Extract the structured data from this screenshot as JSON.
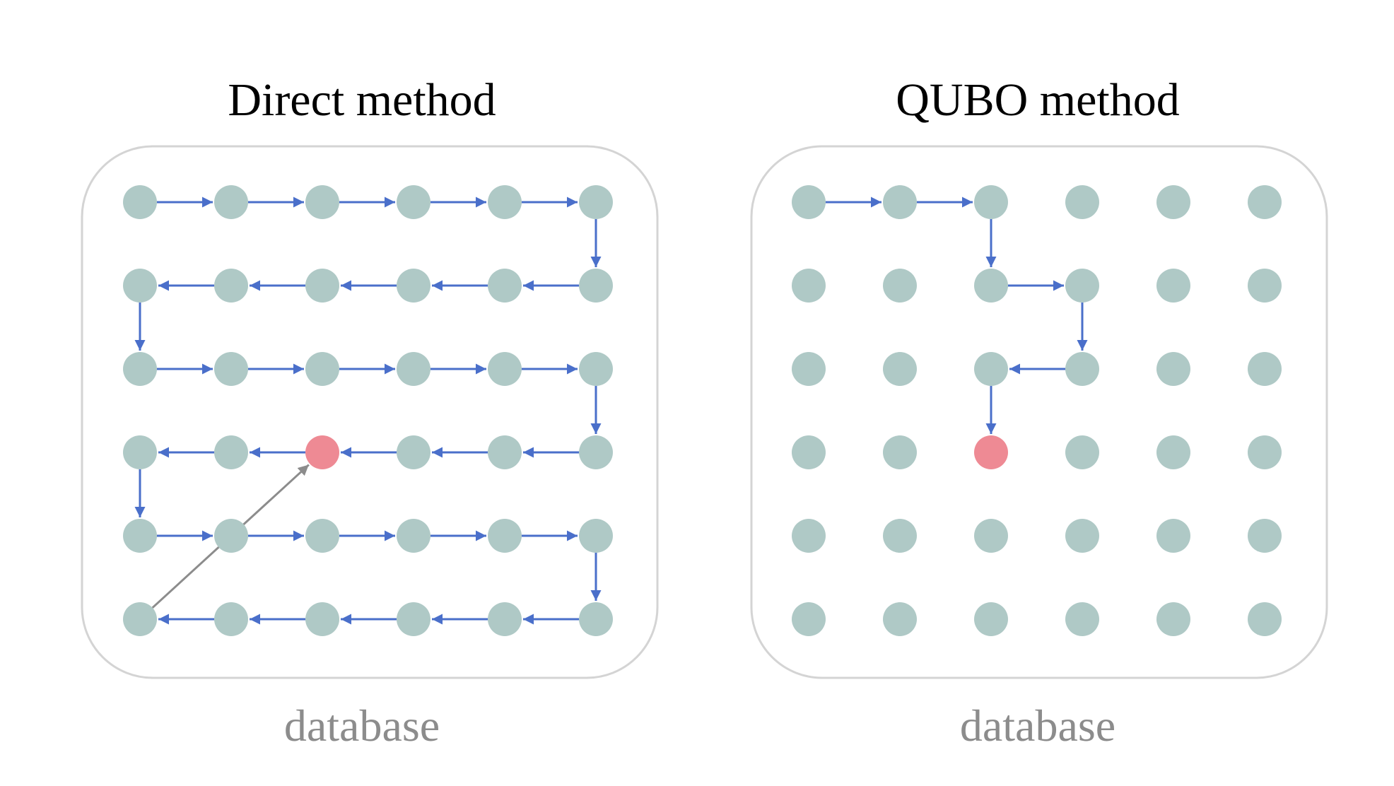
{
  "colors": {
    "node": "#afc9c6",
    "target": "#ee8a94",
    "path": "#4a6fca",
    "jump": "#8c8c8c",
    "frame": "#d4d4d4",
    "caption": "#8c8c8c"
  },
  "grid": {
    "rows": 6,
    "cols": 6
  },
  "panels": [
    {
      "id": "direct",
      "title": "Direct method",
      "caption": "database",
      "target": [
        3,
        2
      ],
      "path": [
        [
          0,
          0
        ],
        [
          0,
          1
        ],
        [
          0,
          2
        ],
        [
          0,
          3
        ],
        [
          0,
          4
        ],
        [
          0,
          5
        ],
        [
          1,
          5
        ],
        [
          1,
          4
        ],
        [
          1,
          3
        ],
        [
          1,
          2
        ],
        [
          1,
          1
        ],
        [
          1,
          0
        ],
        [
          2,
          0
        ],
        [
          2,
          1
        ],
        [
          2,
          2
        ],
        [
          2,
          3
        ],
        [
          2,
          4
        ],
        [
          2,
          5
        ],
        [
          3,
          5
        ],
        [
          3,
          4
        ],
        [
          3,
          3
        ],
        [
          3,
          2
        ],
        [
          3,
          1
        ],
        [
          3,
          0
        ],
        [
          4,
          0
        ],
        [
          4,
          1
        ],
        [
          4,
          2
        ],
        [
          4,
          3
        ],
        [
          4,
          4
        ],
        [
          4,
          5
        ],
        [
          5,
          5
        ],
        [
          5,
          4
        ],
        [
          5,
          3
        ],
        [
          5,
          2
        ],
        [
          5,
          1
        ],
        [
          5,
          0
        ]
      ],
      "jump": [
        [
          5,
          0
        ],
        [
          3,
          2
        ]
      ]
    },
    {
      "id": "qubo",
      "title": "QUBO method",
      "caption": "database",
      "target": [
        3,
        2
      ],
      "path": [
        [
          0,
          0
        ],
        [
          0,
          1
        ],
        [
          0,
          2
        ],
        [
          1,
          2
        ],
        [
          1,
          3
        ],
        [
          2,
          3
        ],
        [
          2,
          2
        ],
        [
          3,
          2
        ]
      ]
    }
  ]
}
